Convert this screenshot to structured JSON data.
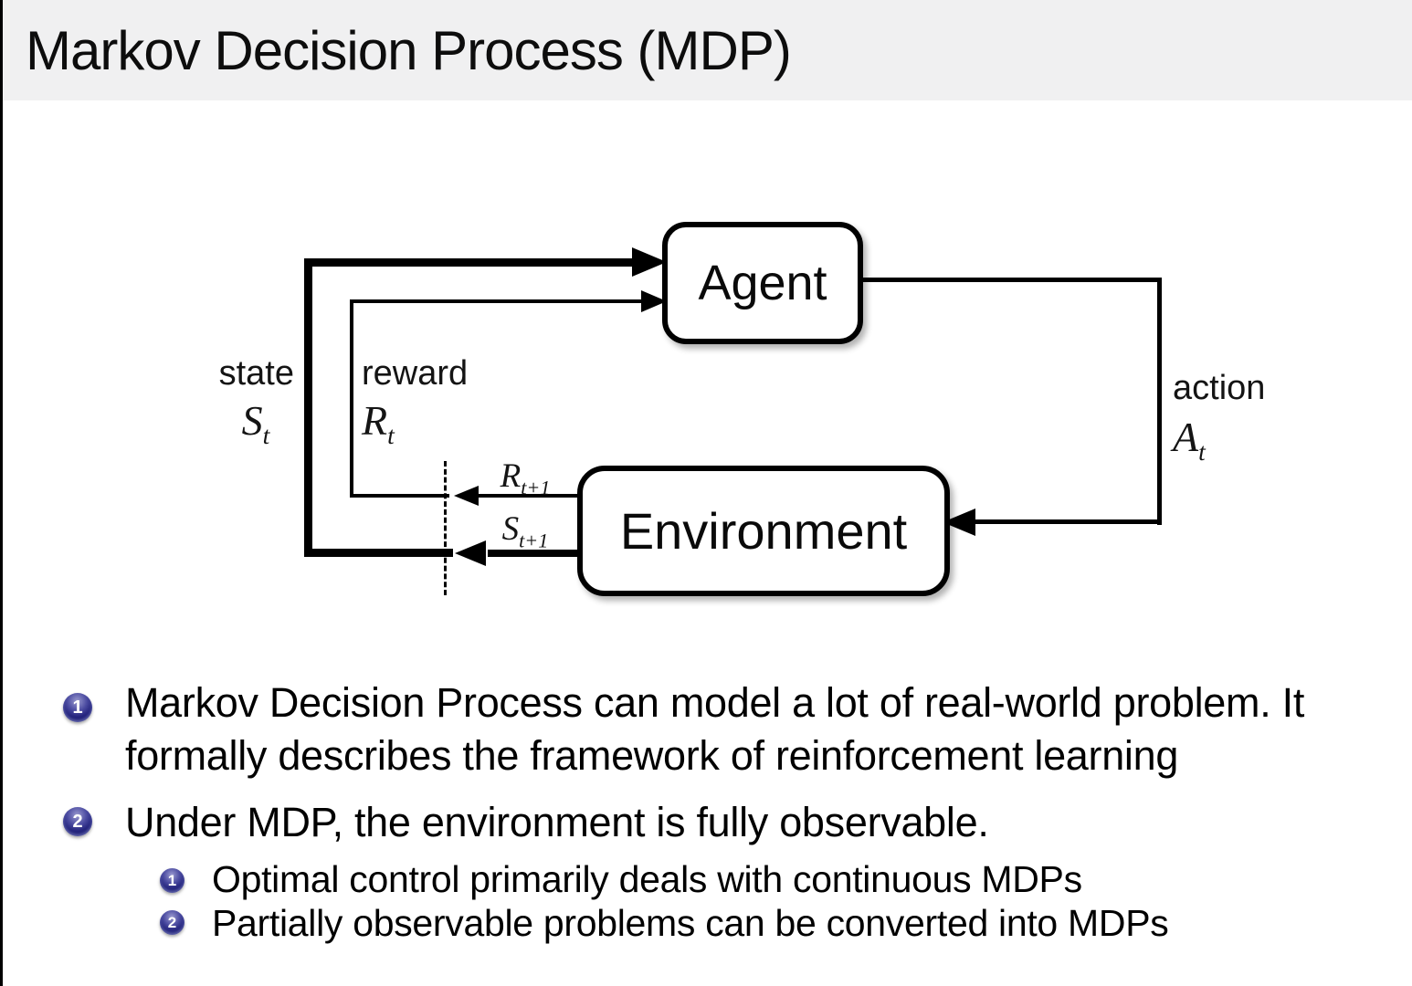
{
  "slide": {
    "title": "Markov Decision Process (MDP)"
  },
  "diagram": {
    "agent_label": "Agent",
    "environment_label": "Environment",
    "state": {
      "label": "state",
      "symbol": "S",
      "subscript": "t"
    },
    "reward": {
      "label": "reward",
      "symbol": "R",
      "subscript": "t"
    },
    "action": {
      "label": "action",
      "symbol": "A",
      "subscript": "t"
    },
    "reward_next": {
      "symbol": "R",
      "subscript": "t+1"
    },
    "state_next": {
      "symbol": "S",
      "subscript": "t+1"
    }
  },
  "bullets": {
    "items": [
      {
        "number": "1",
        "text": "Markov Decision Process can model a lot of real-world problem. It formally describes the framework of reinforcement learning"
      },
      {
        "number": "2",
        "text": "Under MDP, the environment is fully observable."
      }
    ],
    "sub_items": [
      {
        "number": "1",
        "text": "Optimal control primarily deals with continuous MDPs"
      },
      {
        "number": "2",
        "text": "Partially observable problems can be converted into MDPs"
      }
    ]
  }
}
